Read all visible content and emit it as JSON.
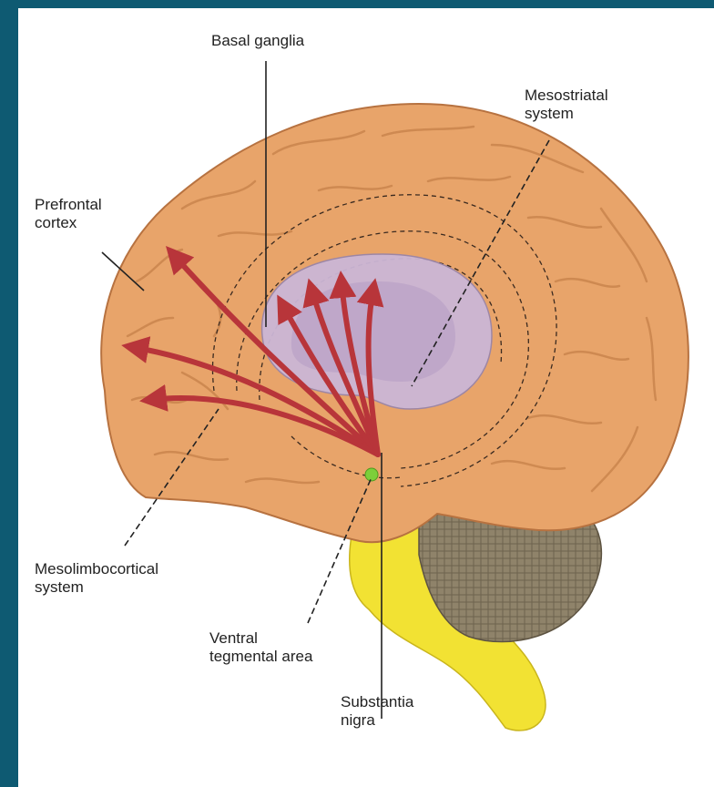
{
  "labels": {
    "basal_ganglia": "Basal ganglia",
    "mesostriatal": [
      "Mesostriatal",
      "system"
    ],
    "prefrontal": [
      "Prefrontal",
      "cortex"
    ],
    "mesolimbocortical": [
      "Mesolimbocortical",
      "system"
    ],
    "ventral_tegmental": [
      "Ventral",
      "tegmental area"
    ],
    "substantia_nigra": [
      "Substantia",
      "nigra"
    ]
  },
  "colors": {
    "frame": "#0e5a72",
    "brain": "#e8a46a",
    "brain_dark": "#c47f47",
    "basal_ganglia": "#cbb6d6",
    "pathway": "#b8353a",
    "brainstem": "#f2e233",
    "cerebellum": "#8a7d64",
    "vta_dot": "#7ccf3a"
  }
}
